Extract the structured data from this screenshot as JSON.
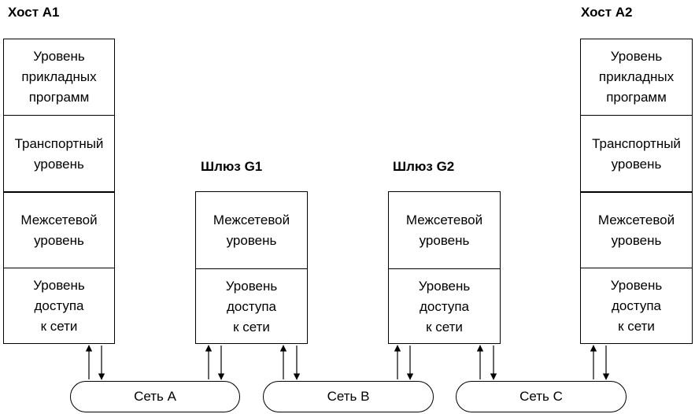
{
  "hosts": [
    {
      "title": "Хост А1",
      "layers": [
        "Уровень\nприкладных\nпрограмм",
        "Транспортный\nуровень",
        "Межсетевой\nуровень",
        "Уровень\nдоступа\nк сети"
      ]
    },
    {
      "title": "Хост А2",
      "layers": [
        "Уровень\nприкладных\nпрограмм",
        "Транспортный\nуровень",
        "Межсетевой\nуровень",
        "Уровень\nдоступа\nк сети"
      ]
    }
  ],
  "gateways": [
    {
      "title": "Шлюз G1",
      "layers": [
        "Межсетевой\nуровень",
        "Уровень\nдоступа\nк сети"
      ]
    },
    {
      "title": "Шлюз G2",
      "layers": [
        "Межсетевой\nуровень",
        "Уровень\nдоступа\nк сети"
      ]
    }
  ],
  "networks": [
    "Сеть А",
    "Сеть В",
    "Сеть С"
  ]
}
